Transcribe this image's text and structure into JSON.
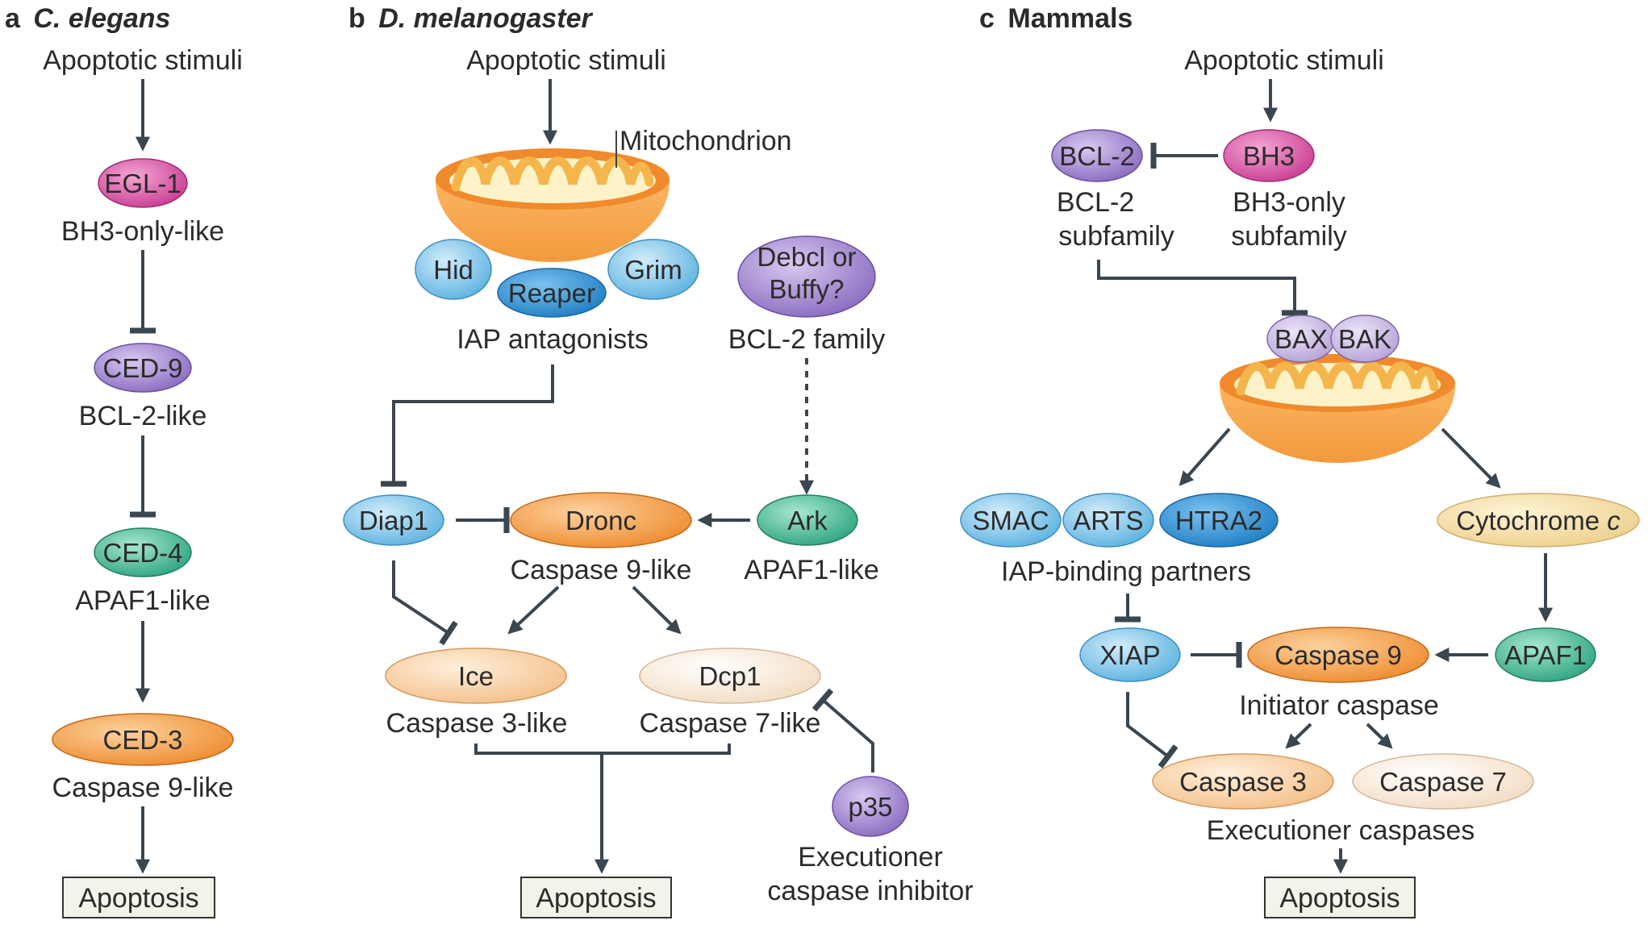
{
  "panels": {
    "a": {
      "letter": "a",
      "name": "C. elegans"
    },
    "b": {
      "letter": "b",
      "name": "D. melanogaster"
    },
    "c": {
      "letter": "c",
      "name": "Mammals"
    }
  },
  "a": {
    "stimuli": "Apoptotic stimuli",
    "egl1": "EGL-1",
    "egl1_desc": "BH3-only-like",
    "ced9": "CED-9",
    "ced9_desc": "BCL-2-like",
    "ced4": "CED-4",
    "ced4_desc": "APAF1-like",
    "ced3": "CED-3",
    "ced3_desc": "Caspase 9-like",
    "apoptosis": "Apoptosis"
  },
  "b": {
    "stimuli": "Apoptotic stimuli",
    "mitochondrion": "Mitochondrion",
    "hid": "Hid",
    "reaper": "Reaper",
    "grim": "Grim",
    "iap_antagonists": "IAP antagonists",
    "debcl_1": "Debcl or",
    "debcl_2": "Buffy?",
    "bcl2_family": "BCL-2 family",
    "diap1": "Diap1",
    "dronc": "Dronc",
    "ark": "Ark",
    "dronc_desc": "Caspase 9-like",
    "ark_desc": "APAF1-like",
    "ice": "Ice",
    "dcp1": "Dcp1",
    "ice_desc": "Caspase 3-like",
    "dcp1_desc": "Caspase 7-like",
    "p35": "p35",
    "p35_desc_1": "Executioner",
    "p35_desc_2": "caspase inhibitor",
    "apoptosis": "Apoptosis"
  },
  "c": {
    "stimuli": "Apoptotic stimuli",
    "bcl2": "BCL-2",
    "bh3": "BH3",
    "bcl2_desc_1": "BCL-2",
    "bcl2_desc_2": "subfamily",
    "bh3_desc_1": "BH3-only",
    "bh3_desc_2": "subfamily",
    "bax": "BAX",
    "bak": "BAK",
    "smac": "SMAC",
    "arts": "ARTS",
    "htra2": "HTRA2",
    "iap_binding": "IAP-binding partners",
    "cytochrome": "Cytochrome ",
    "cytochrome_c": "c",
    "xiap": "XIAP",
    "caspase9": "Caspase 9",
    "apaf1": "APAF1",
    "initiator": "Initiator caspase",
    "caspase3": "Caspase 3",
    "caspase7": "Caspase 7",
    "executioner": "Executioner caspases",
    "apoptosis": "Apoptosis"
  },
  "colors": {
    "magenta": "#d24fa0",
    "purple": "#9477c7",
    "teal": "#3fb08f",
    "orange": "#f29a40",
    "light_blue": "#6fbde4",
    "blue": "#2c8fd2",
    "peach": "#f7cfa0",
    "cream": "#fbeede",
    "tan": "#f2dba4"
  }
}
